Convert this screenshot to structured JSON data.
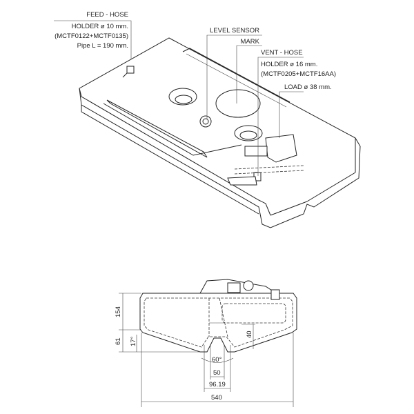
{
  "labels": {
    "feed_hose": {
      "title": "FEED - HOSE",
      "holder": "HOLDER ø 10 mm.",
      "codes": "(MCTF0122+MCTF0135)",
      "pipe": "Pipe L = 190 mm."
    },
    "level_sensor": "LEVEL SENSOR",
    "mark": "MARK",
    "vent_hose": {
      "title": "VENT - HOSE",
      "holder": "HOLDER ø 16 mm.",
      "codes": "(MCTF0205+MCTF16AA)"
    },
    "load": "LOAD ø 38 mm."
  },
  "dimensions": {
    "height_upper": "154",
    "height_lower": "61",
    "angle_side": "17°",
    "depth_sump": "40",
    "angle_sump": "60°",
    "sump_inner": "50",
    "sump_outer": "96.19",
    "total_width": "540"
  }
}
